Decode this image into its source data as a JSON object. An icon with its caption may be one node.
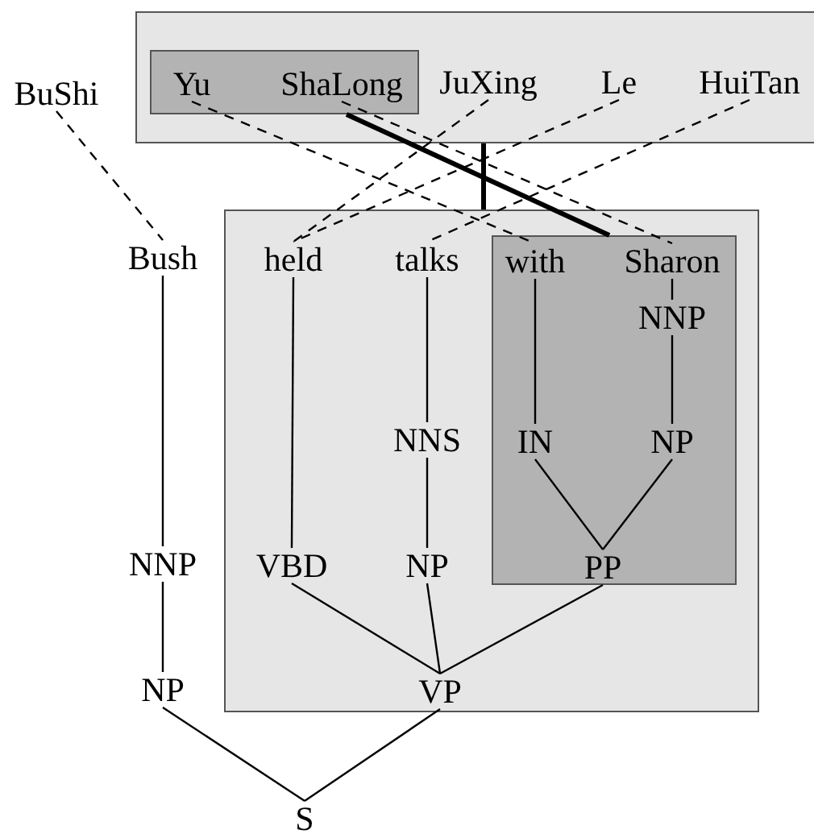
{
  "diagram": {
    "nodes": [
      {
        "text": [
          "BuShi"
        ]
      },
      {
        "text": [],
        "shape": "box"
      },
      {
        "text": [],
        "shape": "box",
        "in": 1
      },
      {
        "text": [
          "Yu"
        ],
        "in": 2
      },
      {
        "text": [
          "ShaLong"
        ],
        "in": 2
      },
      {
        "text": [
          "JuXing"
        ],
        "in": 1
      },
      {
        "text": [
          "Le"
        ],
        "in": 1
      },
      {
        "text": [
          "HuiTan"
        ],
        "in": 1
      },
      {
        "text": [
          "Bush"
        ]
      },
      {
        "text": [],
        "shape": "box"
      },
      {
        "text": [],
        "shape": "box",
        "in": 9
      },
      {
        "text": [
          "held"
        ],
        "in": 9
      },
      {
        "text": [
          "talks"
        ],
        "in": 9
      },
      {
        "text": [
          "with"
        ],
        "in": 10
      },
      {
        "text": [
          "Sharon"
        ],
        "in": 10
      },
      {
        "text": [
          "NNP"
        ],
        "in": 10
      },
      {
        "text": [
          "NNS"
        ],
        "in": 9
      },
      {
        "text": [
          "IN"
        ],
        "in": 10
      },
      {
        "text": [
          "NP"
        ],
        "in": 10
      },
      {
        "text": [
          "NNP"
        ]
      },
      {
        "text": [
          "VBD"
        ],
        "in": 9
      },
      {
        "text": [
          "NP"
        ],
        "in": 9
      },
      {
        "text": [
          "PP"
        ],
        "in": 10
      },
      {
        "text": [
          "NP"
        ]
      },
      {
        "text": [
          "VP"
        ],
        "in": 9
      },
      {
        "text": [
          "S"
        ]
      }
    ],
    "edges": [
      {
        "from": 0,
        "to": 8,
        "arrow": "none",
        "style": "dashed"
      },
      {
        "from": 3,
        "to": 13,
        "arrow": "none",
        "style": "dashed"
      },
      {
        "from": 4,
        "to": 14,
        "arrow": "none",
        "style": "dashed"
      },
      {
        "from": 5,
        "to": 11,
        "arrow": "none",
        "style": "dashed"
      },
      {
        "from": 6,
        "to": 11,
        "arrow": "none",
        "style": "dashed"
      },
      {
        "from": 7,
        "to": 12,
        "arrow": "none",
        "style": "dashed"
      },
      {
        "from": 1,
        "to": 9,
        "arrow": "none",
        "style": "thick"
      },
      {
        "from": 2,
        "to": 10,
        "arrow": "none",
        "style": "thick"
      },
      {
        "from": 8,
        "to": 19,
        "arrow": "none"
      },
      {
        "from": 19,
        "to": 23,
        "arrow": "none"
      },
      {
        "from": 23,
        "to": 25,
        "arrow": "none"
      },
      {
        "from": 11,
        "to": 20,
        "arrow": "none"
      },
      {
        "from": 20,
        "to": 24,
        "arrow": "none"
      },
      {
        "from": 12,
        "to": 16,
        "arrow": "none"
      },
      {
        "from": 16,
        "to": 21,
        "arrow": "none"
      },
      {
        "from": 21,
        "to": 24,
        "arrow": "none"
      },
      {
        "from": 24,
        "to": 25,
        "arrow": "none"
      },
      {
        "from": 13,
        "to": 17,
        "arrow": "none"
      },
      {
        "from": 17,
        "to": 22,
        "arrow": "none"
      },
      {
        "from": 14,
        "to": 15,
        "arrow": "none"
      },
      {
        "from": 15,
        "to": 18,
        "arrow": "none"
      },
      {
        "from": 18,
        "to": 22,
        "arrow": "none"
      },
      {
        "from": 22,
        "to": 24,
        "arrow": "none"
      }
    ]
  }
}
